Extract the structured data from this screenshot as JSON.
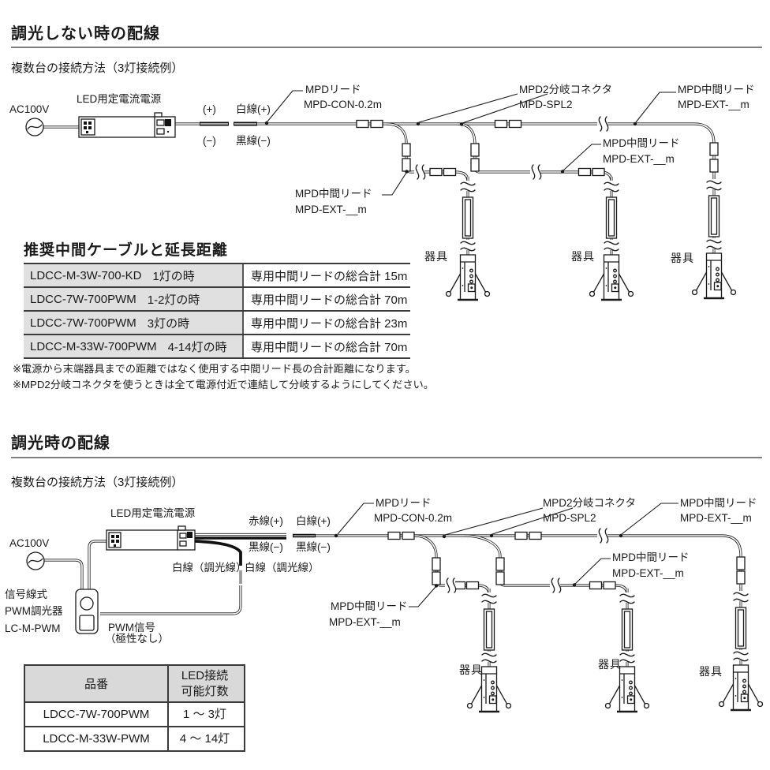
{
  "section1": {
    "title": "調光しない時の配線",
    "subtitle": "複数台の接続方法（3灯接続例）",
    "diagram": {
      "ac": "AC100V",
      "psu": "LED用定電流電源",
      "plus": "(+)",
      "minus": "(−)",
      "white_plus": "白線(+)",
      "black_minus": "黒線(−)",
      "mpd_lead_name": "MPDリード",
      "mpd_lead_model": "MPD-CON-0.2m",
      "splitter_name": "MPD2分岐コネクタ",
      "splitter_model": "MPD-SPL2",
      "ext_name": "MPD中間リード",
      "ext_model": "MPD-EXT-__m",
      "fixture": "器具"
    },
    "table": {
      "title": "推奨中間ケーブルと延長距離",
      "rows": [
        {
          "model": "LDCC-M-3W-700-KD",
          "lamps": "1灯の時",
          "total": "専用中間リードの総合計 15m"
        },
        {
          "model": "LDCC-7W-700PWM",
          "lamps": "1-2灯の時",
          "total": "専用中間リードの総合計 70m"
        },
        {
          "model": "LDCC-7W-700PWM",
          "lamps": "3灯の時",
          "total": "専用中間リードの総合計 23m"
        },
        {
          "model": "LDCC-M-33W-700PWM",
          "lamps": "4-14灯の時",
          "total": "専用中間リードの総合計 70m"
        }
      ],
      "notes": [
        "※電源から末端器具までの距離ではなく使用する中間リード長の合計距離になります。",
        "※MPD2分岐コネクタを使うときは全て電源付近で連結して分岐するようにしてください。"
      ]
    }
  },
  "section2": {
    "title": "調光時の配線",
    "subtitle": "複数台の接続方法（3灯接続例）",
    "diagram": {
      "ac": "AC100V",
      "psu": "LED用定電流電源",
      "red_plus": "赤線(+)",
      "white_plus": "白線(+)",
      "black_minus": "黒線(−)",
      "dim_white": "白線（調光線）",
      "dimmer_line1": "信号線式",
      "dimmer_line2": "PWM調光器",
      "dimmer_line3": "LC-M-PWM",
      "pwm_line1": "PWM信号",
      "pwm_line2": "（極性なし）",
      "mpd_lead_name": "MPDリード",
      "mpd_lead_model": "MPD-CON-0.2m",
      "splitter_name": "MPD2分岐コネクタ",
      "splitter_model": "MPD-SPL2",
      "ext_name": "MPD中間リード",
      "ext_model": "MPD-EXT-__m",
      "fixture": "器具"
    },
    "table": {
      "headers": {
        "col1": "品番",
        "col2": "LED接続\n可能灯数"
      },
      "rows": [
        {
          "model": "LDCC-7W-700PWM",
          "lamps": "1 ～ 3灯"
        },
        {
          "model": "LDCC-M-33W-PWM",
          "lamps": "4 ～ 14灯"
        }
      ]
    }
  },
  "colors": {
    "ink": "#1a1a1a",
    "table_gray": "#e0e0e0",
    "header_gray": "#d9d9d9",
    "wire_gray": "#9a9a9a"
  }
}
